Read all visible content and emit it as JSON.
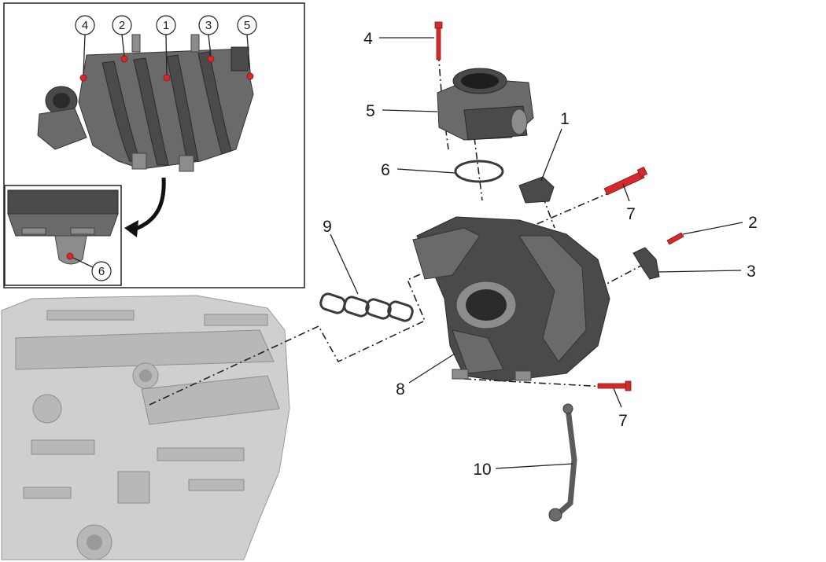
{
  "callouts": {
    "c1": "1",
    "c2": "2",
    "c3": "3",
    "c4": "4",
    "c5": "5",
    "c6": "6",
    "c7a": "7",
    "c7b": "7",
    "c8": "8",
    "c9": "9",
    "c10": "10"
  },
  "inset_callouts": {
    "i4": "4",
    "i2": "2",
    "i1": "1",
    "i3": "3",
    "i5": "5",
    "i6": "6"
  },
  "colors": {
    "bolt": "#d42a2a",
    "part": "#4a4a4a",
    "engine": "#cfcfcf"
  }
}
